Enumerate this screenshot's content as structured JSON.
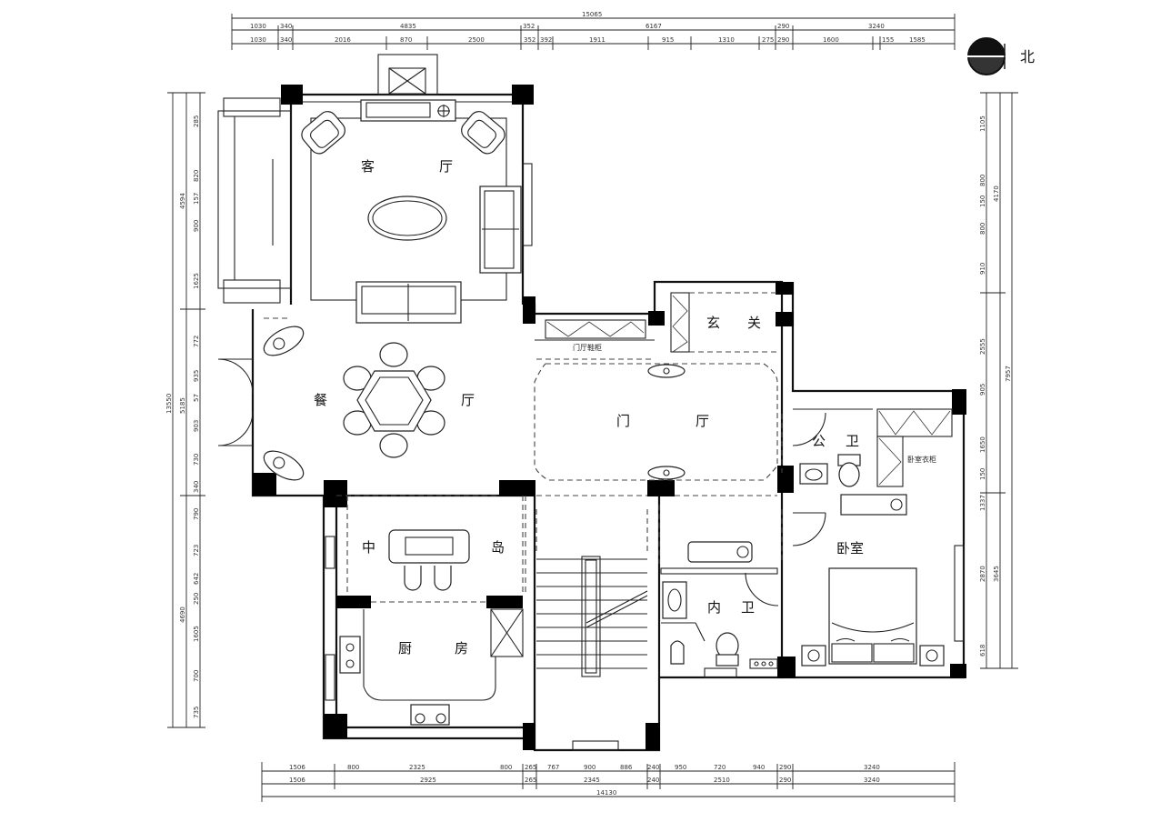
{
  "rooms": {
    "living_a": "客",
    "living_b": "厅",
    "dining_a": "餐",
    "dining_b": "厅",
    "foyer_a": "玄",
    "foyer_b": "关",
    "hall_a": "门",
    "hall_b": "厅",
    "pub_bath_a": "公",
    "pub_bath_b": "卫",
    "island_a": "中",
    "island_b": "岛",
    "kitchen_a": "厨",
    "kitchen_b": "房",
    "ensuite_a": "内",
    "ensuite_b": "卫",
    "bedroom": "卧室"
  },
  "small_labels": {
    "cabinet": "门厅鞋柜",
    "closet": "卧室衣柜"
  },
  "north": "北",
  "dims": {
    "top_total": "15065",
    "top_r1": [
      "1030",
      "340",
      "4835",
      "352",
      "6167",
      "290",
      "3240"
    ],
    "top_r2": [
      "1030",
      "340",
      "2016",
      "870",
      "2500",
      "352",
      "392",
      "1911",
      "915",
      "1310",
      "275",
      "290",
      "1600",
      "155",
      "1585"
    ],
    "bottom_total": "14130",
    "bottom_r1": [
      "1506",
      "800",
      "2325",
      "800",
      "265",
      "767",
      "900",
      "886",
      "240",
      "950",
      "720",
      "940",
      "290",
      "3240"
    ],
    "bottom_r2": [
      "1506",
      "2925",
      "265",
      "2345",
      "240",
      "2510",
      "290",
      "3240"
    ],
    "left_total": "13550",
    "left_r1": [
      "4594",
      "5185",
      "4690"
    ],
    "left_r2": [
      "285",
      "820",
      "157",
      "900",
      "1625",
      "772",
      "935",
      "57",
      "903",
      "730",
      "340",
      "790",
      "723",
      "642",
      "250",
      "1605",
      "700",
      "735"
    ],
    "right_total": "7957",
    "right_r1": [
      "1105",
      "800",
      "150",
      "800",
      "910",
      "2555",
      "905",
      "1650",
      "150",
      "1337",
      "2870",
      "618"
    ],
    "right_r2": [
      "4170",
      "3645"
    ]
  }
}
